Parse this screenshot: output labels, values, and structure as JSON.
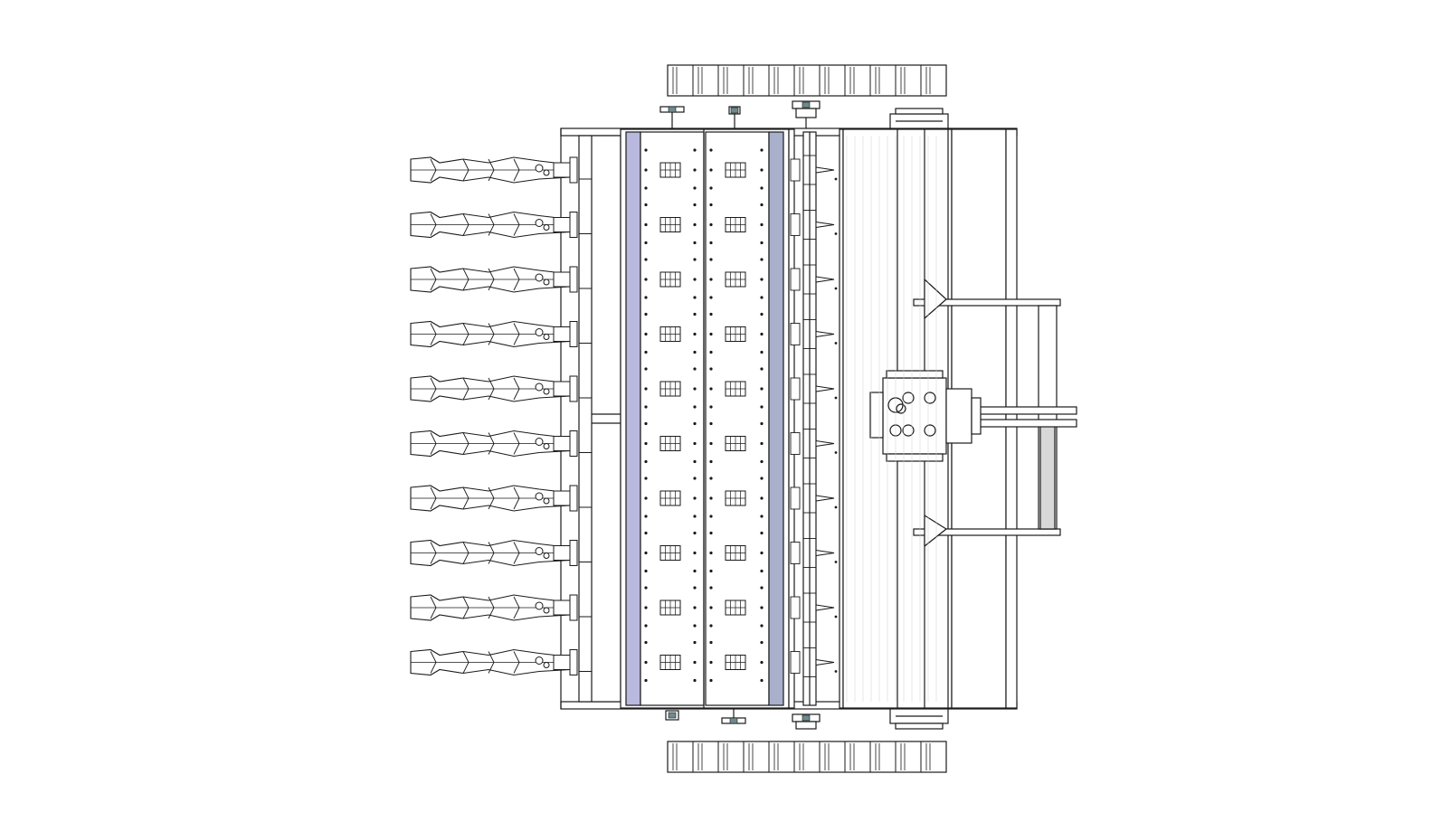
{
  "drawing": {
    "view": "top-plan",
    "subject": "agricultural-implement",
    "rows": 10,
    "colors": {
      "background": "#ffffff",
      "line": "#1a1a1a",
      "panel_fill": "#ffffff",
      "strip_left": "#b9b9df",
      "strip_right": "#a9b0cc",
      "hitch_bar": "#d8d8d8",
      "fitting": "#6e8a8e"
    }
  }
}
